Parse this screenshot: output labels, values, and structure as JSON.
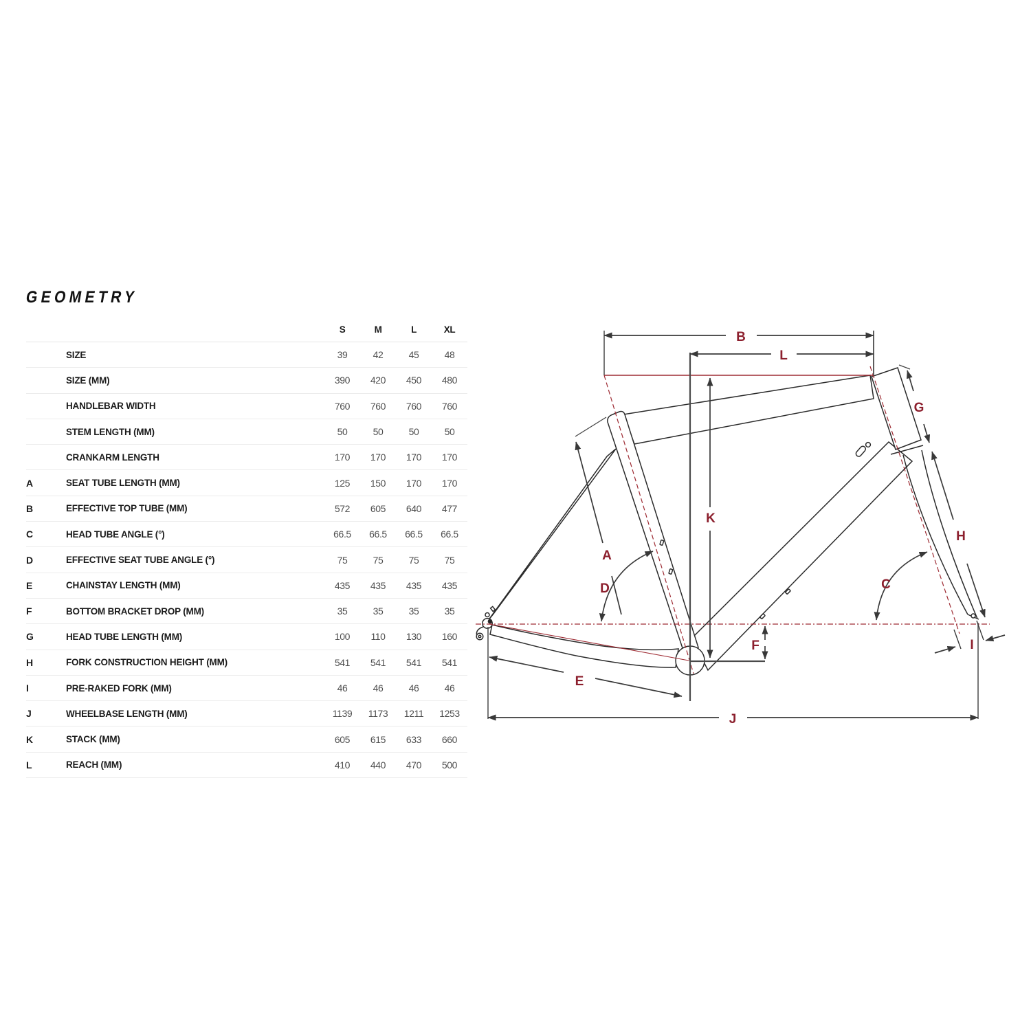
{
  "title": "GEOMETRY",
  "colors": {
    "accent_maroon": "#8c1f2d",
    "reference_red": "#9e2b33",
    "frame_line": "#2b2b2b",
    "dimension_line": "#3a3a3a",
    "value_text": "#4f4f4f",
    "row_divider": "#ececec"
  },
  "table": {
    "size_headers": [
      "S",
      "M",
      "L",
      "XL"
    ],
    "rows": [
      {
        "letter": "",
        "label": "SIZE",
        "values": [
          "39",
          "42",
          "45",
          "48"
        ]
      },
      {
        "letter": "",
        "label": "SIZE (MM)",
        "values": [
          "390",
          "420",
          "450",
          "480"
        ]
      },
      {
        "letter": "",
        "label": "HANDLEBAR WIDTH",
        "values": [
          "760",
          "760",
          "760",
          "760"
        ]
      },
      {
        "letter": "",
        "label": "STEM LENGTH (MM)",
        "values": [
          "50",
          "50",
          "50",
          "50"
        ]
      },
      {
        "letter": "",
        "label": "CRANKARM LENGTH",
        "values": [
          "170",
          "170",
          "170",
          "170"
        ]
      },
      {
        "letter": "A",
        "label": "SEAT TUBE LENGTH (MM)",
        "values": [
          "125",
          "150",
          "170",
          "170"
        ]
      },
      {
        "letter": "B",
        "label": "EFFECTIVE TOP TUBE (MM)",
        "values": [
          "572",
          "605",
          "640",
          "477"
        ]
      },
      {
        "letter": "C",
        "label": "HEAD TUBE ANGLE (°)",
        "values": [
          "66.5",
          "66.5",
          "66.5",
          "66.5"
        ]
      },
      {
        "letter": "D",
        "label": "EFFECTIVE SEAT TUBE ANGLE (°)",
        "values": [
          "75",
          "75",
          "75",
          "75"
        ]
      },
      {
        "letter": "E",
        "label": "CHAINSTAY LENGTH (MM)",
        "values": [
          "435",
          "435",
          "435",
          "435"
        ]
      },
      {
        "letter": "F",
        "label": "BOTTOM BRACKET DROP (MM)",
        "values": [
          "35",
          "35",
          "35",
          "35"
        ]
      },
      {
        "letter": "G",
        "label": "HEAD TUBE LENGTH (MM)",
        "values": [
          "100",
          "110",
          "130",
          "160"
        ]
      },
      {
        "letter": "H",
        "label": "FORK CONSTRUCTION HEIGHT (MM)",
        "values": [
          "541",
          "541",
          "541",
          "541"
        ]
      },
      {
        "letter": "I",
        "label": "PRE-RAKED FORK (MM)",
        "values": [
          "46",
          "46",
          "46",
          "46"
        ]
      },
      {
        "letter": "J",
        "label": "WHEELBASE LENGTH (MM)",
        "values": [
          "1139",
          "1173",
          "1211",
          "1253"
        ]
      },
      {
        "letter": "K",
        "label": "STACK (MM)",
        "values": [
          "605",
          "615",
          "633",
          "660"
        ]
      },
      {
        "letter": "L",
        "label": "REACH (MM)",
        "values": [
          "410",
          "440",
          "470",
          "500"
        ]
      }
    ]
  },
  "diagram": {
    "labels": {
      "A": "A",
      "B": "B",
      "C": "C",
      "D": "D",
      "E": "E",
      "F": "F",
      "G": "G",
      "H": "H",
      "I": "I",
      "J": "J",
      "K": "K",
      "L": "L"
    }
  }
}
